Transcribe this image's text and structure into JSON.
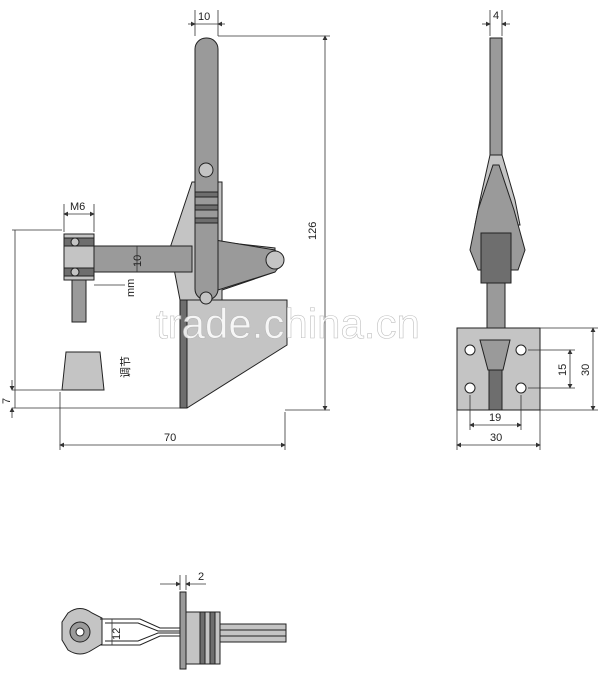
{
  "dimensions": {
    "front_handle_width": "10",
    "thread_size": "M6",
    "front_height": "126",
    "arm_thickness": "10",
    "screw_unit": "mm",
    "adjust_label": "调节",
    "base_offset": "7",
    "front_length": "70",
    "side_width": "4",
    "side_hole_spacing_v": "15",
    "side_base_height": "30",
    "side_hole_spacing_h": "19",
    "side_base_width": "30",
    "top_thickness": "2",
    "top_arm_width": "12"
  },
  "watermark": "trade.china.cn"
}
